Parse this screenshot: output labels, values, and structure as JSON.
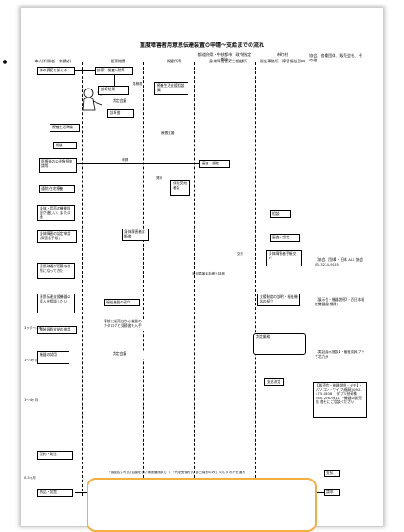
{
  "title": "重度障害者用意思伝達装置の申請～支給までの流れ",
  "headers": {
    "col1": "本人(利用者・申請者)",
    "col2": "医療機関",
    "col3": "保健所等",
    "col4_top": "都道府県・中核都市・政令指定都市",
    "col4": "身体障害者更生相談所",
    "col5_top": "市町村",
    "col5": "福祉事務所・障害福祉窓口",
    "col6": "協会、各種団体、販売会社、その他"
  },
  "boxes": {
    "b1": "体の異変を訴える",
    "b2": "診察・検査入院等",
    "b3": "診断結果",
    "b4": "療養生活支援相談員",
    "b5": "判定会議",
    "b6": "診断書",
    "b7": "療養生活準備",
    "b8": "療養支援",
    "b9": "相談",
    "b10": "医療費の公費負担申請等",
    "b11": "審査・認定",
    "b12": "保険受給者証",
    "b13": "通院/在宅療養",
    "b14": "身体・音声の機能障害が進しい、または進",
    "b15": "相談",
    "b16": "身体障害の認定申請(障害者手帳)",
    "b17": "身体障害者診断書",
    "b18": "審査・認定",
    "b19": "身体障害者手帳交付",
    "b20": "意思疎通が困難な状態になってきた",
    "b21": "身体障害者手帳を持参",
    "b22": "意思伝達支援機器の導入を相談したい",
    "b23": "福祉機器の紹介",
    "b24": "支援制度の説明・福祉機器の紹介",
    "b25": "補装具費支給の申請",
    "b26": "事前に販売店から機器のカタログと見積書を入手",
    "b27": "機器の試用",
    "b28": "判定会議",
    "b29": "判定業務",
    "b30": "支給決定",
    "b31": "契約・発注",
    "b32": "納品・設置",
    "b33": "請求",
    "b34": "支払"
  },
  "side_notes": {
    "n1": "【協会、団体】・日本 ALS 協会 03-3234-9155",
    "n2": "【展示会・機器説明】・西日本福祉機器展(福岡)",
    "n3": "【実証展示施設】・福祉用具プラザ北九州",
    "n4": "【販売会・機器説明・デモ】・パソコン・ワイフ(福岡) 092-475-0808 ・ダブル技研株 040-206-9611 ・機器の販売店 各社にご相談ください"
  },
  "flow_labels": {
    "l1": "見積書",
    "l2": "申請",
    "l3": "発行",
    "l4": "交付",
    "l5": "「償還払い方式(金額を払い後価値請求)」と「代理受領方式(自己負担のみ)」のいずれかを選択"
  },
  "time_marks": [
    "3ヶ月〜1年",
    "1〜3ヶ月",
    "1〜4ヶ月",
    "0.5ヶ月"
  ]
}
